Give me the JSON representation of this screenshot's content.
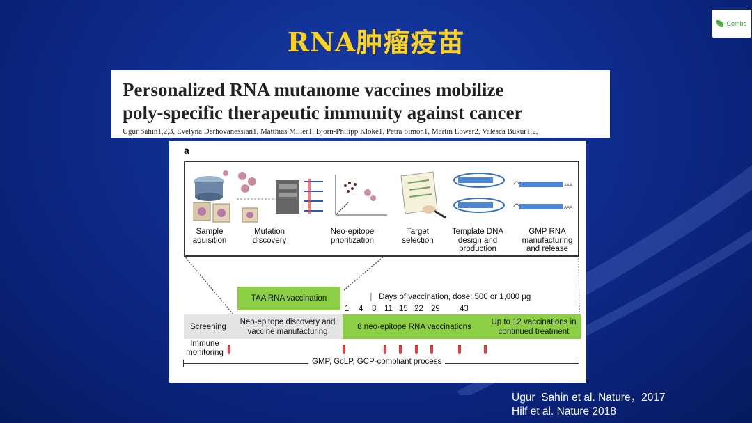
{
  "slide": {
    "title": "RNA肿瘤疫苗",
    "logo_text": "iCombo"
  },
  "paper": {
    "title_line1": "Personalized RNA mutanome vaccines mobilize",
    "title_line2": "poly-specific therapeutic immunity against cancer",
    "authors": "Ugur Sahin1,2,3, Evelyna Derhovanessian1, Matthias Miller1, Björn-Philipp Kloke1, Petra Simon1, Martin Löwer2, Valesca Bukur1,2,"
  },
  "figure": {
    "panel_letter": "a",
    "steps": [
      {
        "label": "Sample\naquisition"
      },
      {
        "label": "Mutation\ndiscovery"
      },
      {
        "label": "Neo-epitope\nprioritization"
      },
      {
        "label": "Target\nselection"
      },
      {
        "label": "Template DNA\ndesign and\nproduction"
      },
      {
        "label": "GMP RNA\nmanufacturing\nand release"
      }
    ],
    "taa_label": "TAA RNA vaccination",
    "days_header": "Days of vaccination, dose: 500 or 1,000 µg",
    "days": [
      "1",
      "4",
      "8",
      "11",
      "15",
      "22",
      "29",
      "43"
    ],
    "timeline": {
      "screening": "Screening",
      "discovery": "Neo-epitope discovery and vaccine manufacturing",
      "neo_vaccinations": "8 neo-epitope RNA vaccinations",
      "continued": "Up to 12 vaccinations in continued treatment"
    },
    "immune_monitoring": "Immune\nmonitoring",
    "process_label": "GMP, GcLP, GCP-compliant process"
  },
  "citations": {
    "line1": "Ugur  Sahin et al. Nature，2017",
    "line2": "Hilf et al. Nature 2018"
  },
  "colors": {
    "title": "#ffd21a",
    "background": "#0f2f93",
    "green_bar": "#8dcf44",
    "grey_bar": "#e4e4e4"
  }
}
